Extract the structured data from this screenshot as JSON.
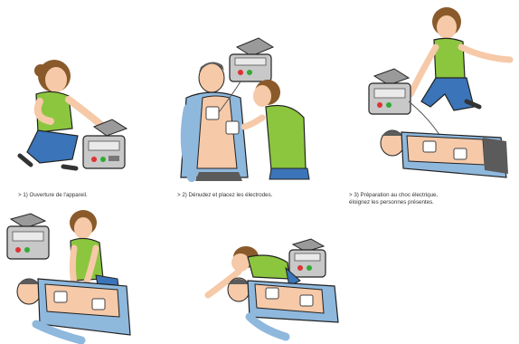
{
  "steps": [
    {
      "caption": "> 1) Ouverture de l'appareil."
    },
    {
      "caption": "> 2) Dénudez et placez les électrodes."
    },
    {
      "caption_line1": "> 3) Préparation au choc électrique,",
      "caption_line2": "éloignez les personnes présentes."
    },
    {
      "caption": ""
    },
    {
      "caption": ""
    }
  ],
  "colors": {
    "shirt_green": "#8cc63f",
    "jeans_blue": "#3b74b8",
    "hair_brown": "#8a5a2b",
    "skin": "#f6c9a8",
    "patient_shirt": "#8fb8dd",
    "patient_pants": "#5b5b5b",
    "device_gray": "#c8c8c8",
    "electrode_white": "#ffffff"
  },
  "icons": [
    "defibrillator-icon",
    "rescuer-figure",
    "patient-figure",
    "electrode-pads"
  ]
}
